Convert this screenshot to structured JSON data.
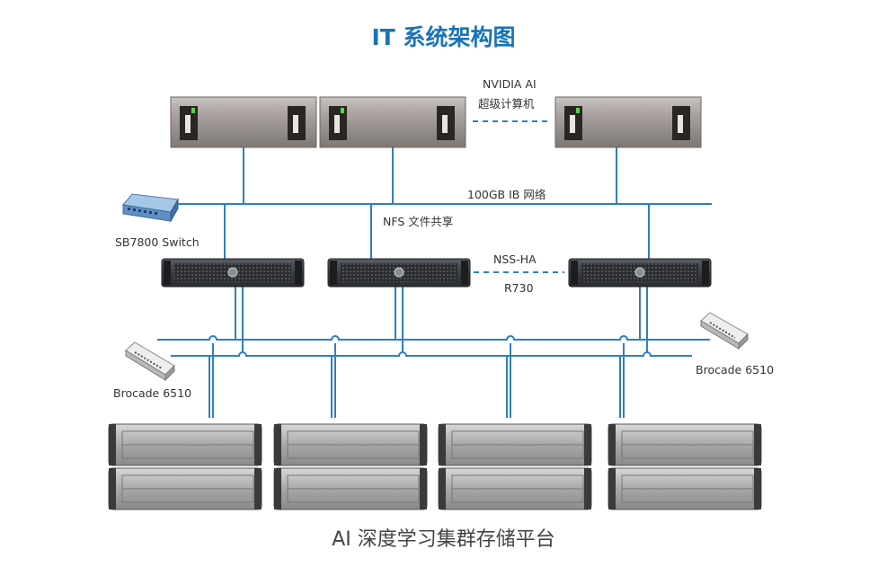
{
  "title": "IT 系统架构图",
  "labels": {
    "nvidia_line1": "NVIDIA AI",
    "nvidia_line2": "超级计算机",
    "ib_network": "100GB IB 网络",
    "nfs": "NFS 文件共享",
    "switch": "SB7800 Switch",
    "nss_ha": "NSS-HA",
    "r730": "R730",
    "brocade_left": "Brocade 6510",
    "brocade_right": "Brocade 6510"
  },
  "caption": "AI 深度学习集群存储平台",
  "colors": {
    "title": "#1a73b8",
    "line": "#2f7fc1",
    "dashed": "#2f7fc1"
  },
  "icons": {
    "ai_servers": "gpu-server-icon",
    "nas_servers": "rack-server-icon",
    "ib_switch": "network-switch-icon",
    "fc_switches": "fc-switch-icon",
    "storage_arrays": "storage-array-icon"
  }
}
